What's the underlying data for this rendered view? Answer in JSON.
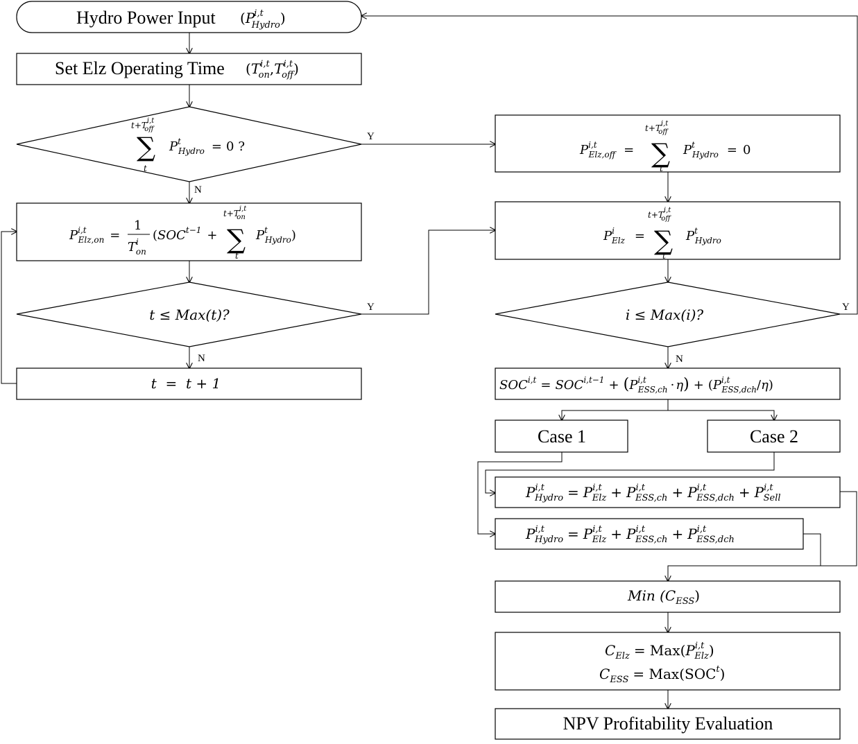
{
  "nodes": {
    "input": {
      "text": "Hydro Power Input"
    },
    "set_time": {
      "text": "Set Elz Operating Time"
    },
    "decision_zero": {
      "operator": "=",
      "value": "0",
      "question": "?"
    },
    "elz_off": {
      "equals": "=",
      "value": "0"
    },
    "elz_on": {
      "one": "1",
      "soc_prev": "SOC",
      "soc_prev_sup": "t−1",
      "plus": "+"
    },
    "elz_total": {
      "equals": "="
    },
    "decision_t": {
      "text": "t ≤ Max(t)?"
    },
    "decision_i": {
      "text": "i ≤ Max(i)?"
    },
    "increment": {
      "text": "t  =  t + 1"
    },
    "soc_update": {
      "text": "SOCⁱ˒ᵗ = SOCⁱ˒ᵗ⁻¹ + (Pⁱ˒ᵗESS,ch · η) + (Pⁱ˒ᵗESS,dch/η)"
    },
    "case1": {
      "text": "Case 1"
    },
    "case2": {
      "text": "Case 2"
    },
    "min_cost": {
      "text": "Min (C"
    },
    "cost_def": {
      "line1": "= Max(",
      "line2": "= Max(SOC"
    },
    "npv": {
      "text": "NPV Profitability Evaluation"
    }
  },
  "symbols": {
    "P": "P",
    "sum": "∑",
    "it": "i,t",
    "i": "i",
    "t": "t",
    "hydro": "Hydro",
    "elz": "Elz",
    "elz_on": "Elz,on",
    "elz_off": "Elz,off",
    "ess_ch": "ESS,ch",
    "ess_dch": "ESS,dch",
    "sell": "Sell",
    "ess": "ESS",
    "C": "C",
    "T": "T",
    "on": "on",
    "off": "off",
    "soc": "SOC",
    "eta": "η",
    "dot": "·",
    "sum_upper_off": "t+T",
    "sum_upper_on": "t+T",
    "lparen": "(",
    "rparen": ")",
    "comma": ",",
    "plus": "+",
    "equals": "=",
    "slash": "/",
    "close_soc": ")"
  },
  "branch_labels": {
    "yes": "Y",
    "no": "N"
  }
}
